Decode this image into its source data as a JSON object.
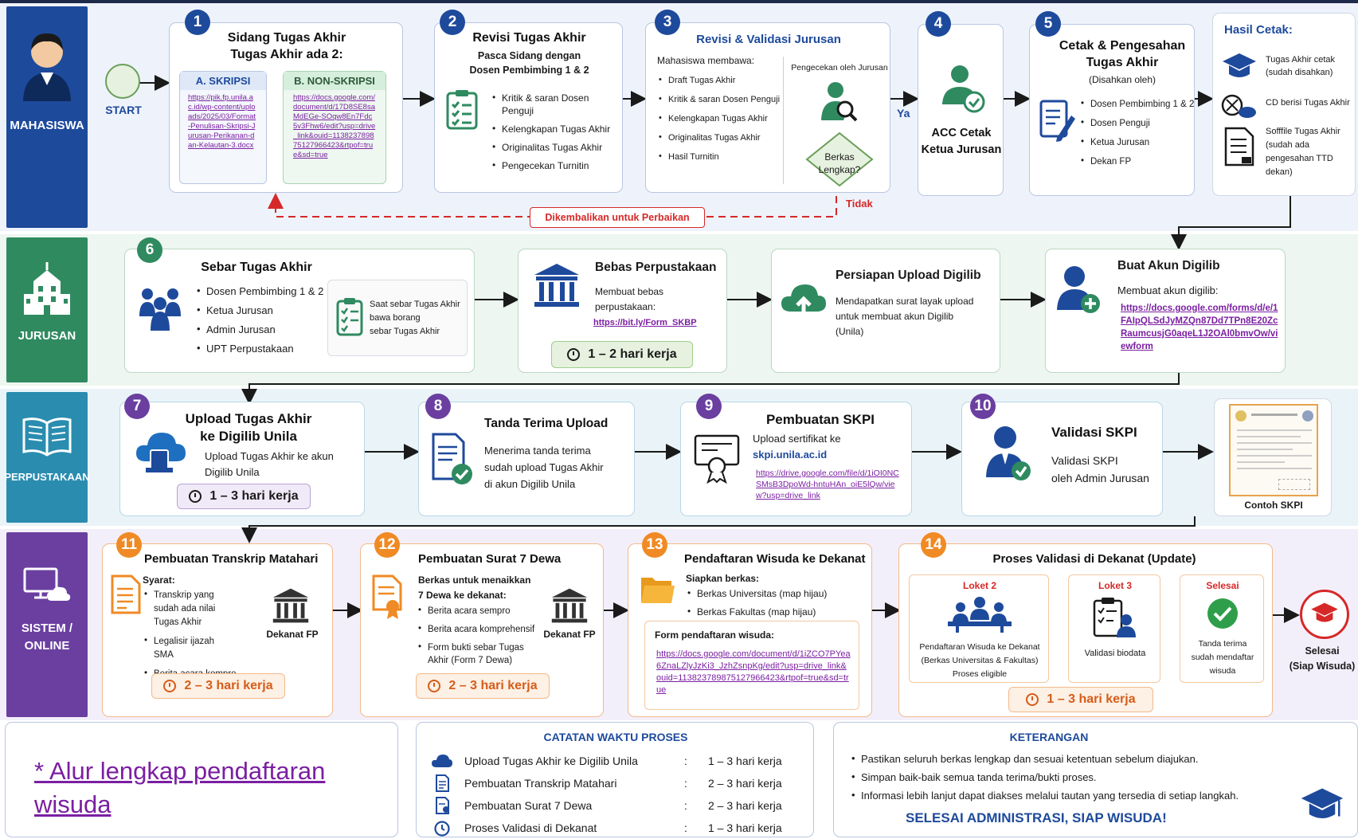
{
  "lanes": [
    {
      "label": "MAHASISWA",
      "color": "#1e4a9c"
    },
    {
      "label": "JURUSAN",
      "color": "#2f8a60"
    },
    {
      "label": "PERPUSTAKAAN",
      "color": "#2a8db0"
    },
    {
      "label": "SISTEM / ONLINE",
      "color": "#6a3fa0"
    }
  ],
  "start": "START",
  "s1": {
    "num": "1",
    "title": "Sidang Tugas Akhir\nTugas Akhir ada 2:",
    "a_title": "A. SKRIPSI",
    "a_link": "https://pik.fp.unila.ac.id/wp-content/uploads/2025/03/Format-Penulisan-Skripsi-Jurusan-Perikanan-dan-Kelautan-3.docx",
    "b_title": "B. NON-SKRIPSI",
    "b_link": "https://docs.google.com/document/d/17D8SE8saMdEGe-SOqw8En7Fdc5v3Fhw6/edit?usp=drive_link&ouid=113823789875127966423&rtpof=true&sd=true"
  },
  "s2": {
    "num": "2",
    "title": "Revisi Tugas Akhir",
    "sub": "Pasca Sidang dengan\nDosen Pembimbing 1 & 2",
    "items": [
      "Kritik & saran Dosen Penguji",
      "Kelengkapan Tugas Akhir",
      "Originalitas Tugas Akhir",
      "Pengecekan Turnitin"
    ]
  },
  "s3": {
    "num": "3",
    "title": "Revisi & Validasi Jurusan",
    "intro": "Mahasiswa membawa:",
    "items": [
      "Draft Tugas Akhir",
      "Kritik & saran Dosen Penguji",
      "Kelengkapan Tugas Akhir",
      "Originalitas Tugas Akhir",
      "Hasil Turnitin"
    ],
    "check": "Pengecekan oleh Jurusan",
    "decision": "Berkas\nLengkap?",
    "yes": "Ya",
    "no": "Tidak",
    "returned": "Dikembalikan untuk Perbaikan"
  },
  "s4": {
    "num": "4",
    "title": "ACC Cetak\nKetua Jurusan"
  },
  "s5": {
    "num": "5",
    "title": "Cetak & Pengesahan\nTugas Akhir",
    "sub": "(Disahkan oleh)",
    "items": [
      "Dosen Pembimbing 1 & 2",
      "Dosen Penguji",
      "Ketua Jurusan",
      "Dekan FP"
    ]
  },
  "hasil": {
    "title": "Hasil Cetak:",
    "items": [
      "Tugas Akhir cetak\n(sudah disahkan)",
      "CD berisi Tugas Akhir",
      "Sofffile Tugas Akhir\n(sudah ada\npengesahan TTD\ndekan)"
    ]
  },
  "s6": {
    "num": "6",
    "title": "Sebar Tugas Akhir",
    "items": [
      "Dosen Pembimbing 1 & 2",
      "Ketua Jurusan",
      "Admin Jurusan",
      "UPT Perpustakaan"
    ],
    "note": "Saat sebar Tugas Akhir\nbawa borang\nsebar Tugas Akhir"
  },
  "bebas": {
    "title": "Bebas Perpustakaan",
    "desc": "Membuat bebas\nperpustakaan:",
    "link": "https://bit.ly/Form_SKBP",
    "time": "1 – 2 hari kerja"
  },
  "persiapan": {
    "title": "Persiapan Upload Digilib",
    "desc": "Mendapatkan surat layak upload\nuntuk membuat akun Digilib\n(Unila)"
  },
  "akun": {
    "title": "Buat Akun Digilib",
    "desc": "Membuat akun digilib:",
    "link": "https://docs.google.com/forms/d/e/1FAIpQLSdJyMZQn87Dd7TPn8E20ZcRaumcusjG0aqeL1J2OAl0bmvOw/viewform"
  },
  "s7": {
    "num": "7",
    "title": "Upload Tugas Akhir\nke Digilib Unila",
    "desc": "Upload Tugas Akhir ke akun\nDigilib Unila",
    "time": "1 – 3 hari kerja"
  },
  "s8": {
    "num": "8",
    "title": "Tanda Terima Upload",
    "desc": "Menerima tanda terima\nsudah upload Tugas Akhir\ndi akun Digilib Unila"
  },
  "s9": {
    "num": "9",
    "title": "Pembuatan SKPI",
    "desc": "Upload sertifikat ke",
    "site": "skpi.unila.ac.id",
    "link": "https://drive.google.com/file/d/1iOI0NCSMsB3DpoWd-hntuHAn_oiE5lQw/view?usp=drive_link"
  },
  "s10": {
    "num": "10",
    "title": "Validasi SKPI",
    "desc": "Validasi SKPI\noleh Admin Jurusan"
  },
  "contoh": "Contoh SKPI",
  "s11": {
    "num": "11",
    "title": "Pembuatan Transkrip Matahari",
    "syarat": "Syarat:",
    "items": [
      "Transkrip yang sudah ada nilai Tugas Akhir",
      "Legalisir ijazah SMA",
      "Berita acara kompre"
    ],
    "dekan": "Dekanat FP",
    "time": "2 – 3 hari kerja"
  },
  "s12": {
    "num": "12",
    "title": "Pembuatan Surat 7 Dewa",
    "intro": "Berkas untuk menaikkan\n7 Dewa ke dekanat:",
    "items": [
      "Berita acara sempro",
      "Berita acara komprehensif",
      "Form bukti sebar Tugas Akhir (Form 7 Dewa)"
    ],
    "dekan": "Dekanat FP",
    "time": "2 – 3 hari kerja"
  },
  "s13": {
    "num": "13",
    "title": "Pendaftaran Wisuda ke Dekanat",
    "intro": "Siapkan berkas:",
    "items": [
      "Berkas Universitas (map hijau)",
      "Berkas Fakultas (map hijau)"
    ],
    "form": "Form pendaftaran wisuda:",
    "link": "https://docs.google.com/document/d/1iZCO7PYea6ZnaLZlyJzKi3_JzhZsnpKg/edit?usp=drive_link&ouid=113823789875127966423&rtpof=true&sd=true"
  },
  "s14": {
    "num": "14",
    "title": "Proses Validasi di Dekanat (Update)",
    "loket2": "Loket 2",
    "loket2_desc": "Pendaftaran Wisuda ke Dekanat\n(Berkas Universitas & Fakultas)\nProses eligible",
    "loket3": "Loket 3",
    "loket3_desc": "Validasi biodata",
    "selesai": "Selesai",
    "selesai_desc": "Tanda terima\nsudah mendaftar\nwisuda",
    "time": "1 – 3 hari kerja"
  },
  "final": "Selesai\n(Siap Wisuda)",
  "footer_link": "* Alur lengkap pendaftaran wisuda",
  "catatan": {
    "title": "CATATAN WAKTU PROSES",
    "rows": [
      {
        "label": "Upload Tugas Akhir ke Digilib Unila",
        "value": "1 – 3 hari kerja"
      },
      {
        "label": "Pembuatan Transkrip Matahari",
        "value": "2 – 3 hari kerja"
      },
      {
        "label": "Pembuatan Surat 7 Dewa",
        "value": "2 – 3 hari kerja"
      },
      {
        "label": "Proses Validasi di Dekanat",
        "value": "1 – 3 hari kerja"
      }
    ]
  },
  "keterangan": {
    "title": "KETERANGAN",
    "items": [
      "Pastikan seluruh berkas lengkap dan sesuai ketentuan sebelum diajukan.",
      "Simpan baik-baik semua tanda terima/bukti proses.",
      "Informasi lebih lanjut dapat diakses melalui tautan yang tersedia di setiap langkah."
    ],
    "slogan": "SELESAI ADMINISTRASI, SIAP WISUDA!"
  },
  "colors": {
    "blue": "#1e4a9c",
    "green": "#2f8a60",
    "teal": "#2a8db0",
    "purple": "#6a3fa0",
    "orange": "#f08a24",
    "red": "#d62828"
  }
}
